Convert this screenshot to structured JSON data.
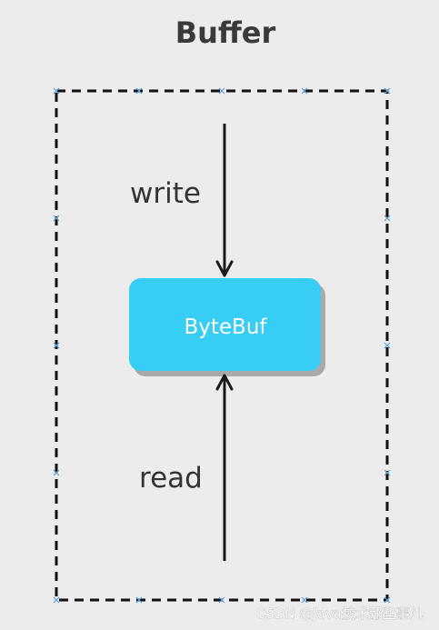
{
  "title": "Buffer",
  "node": {
    "label": "ByteBuf",
    "fill_color": "#38cdf4",
    "shadow_color": "#a9a9a9"
  },
  "edges": [
    {
      "label": "write",
      "direction": "down"
    },
    {
      "label": "read",
      "direction": "up"
    }
  ],
  "frame": {
    "style": "dashed",
    "color": "#111111"
  },
  "watermark": "CSDN @Java技术那些事儿",
  "colors": {
    "background": "#ececec",
    "selection_handles": "#5aa0d8"
  }
}
